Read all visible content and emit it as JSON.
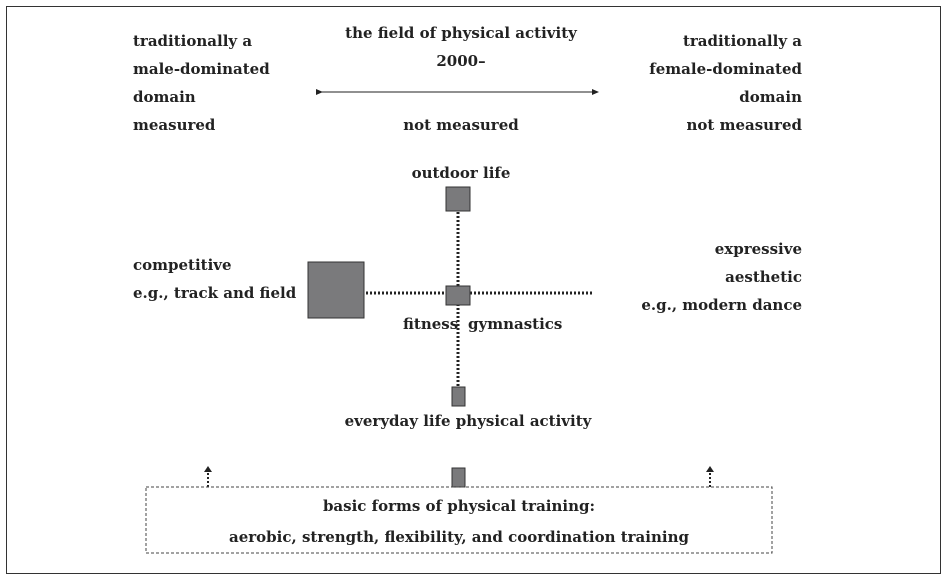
{
  "header": {
    "center_title": "the field of physical activity",
    "center_year": "2000–",
    "center_status": "not measured",
    "left_lines": [
      "traditionally a",
      "male-dominated",
      "domain",
      "measured"
    ],
    "right_lines": [
      "traditionally a",
      "female-dominated",
      "domain",
      "not measured"
    ]
  },
  "nodes": {
    "top_label": "outdoor life",
    "left_lines": [
      "competitive",
      "e.g., track and field"
    ],
    "right_lines": [
      "expressive",
      "aesthetic",
      "e.g., modern dance"
    ],
    "center_left_label": "fitness",
    "center_right_label": "gymnastics",
    "bottom_label": "everyday life physical activity"
  },
  "basic_box": {
    "title": "basic forms of physical training:",
    "subtitle": "aerobic, strength, flexibility, and coordination training"
  },
  "colors": {
    "box_fill": "#7a7a7c",
    "line": "#222222",
    "text": "#222222"
  }
}
